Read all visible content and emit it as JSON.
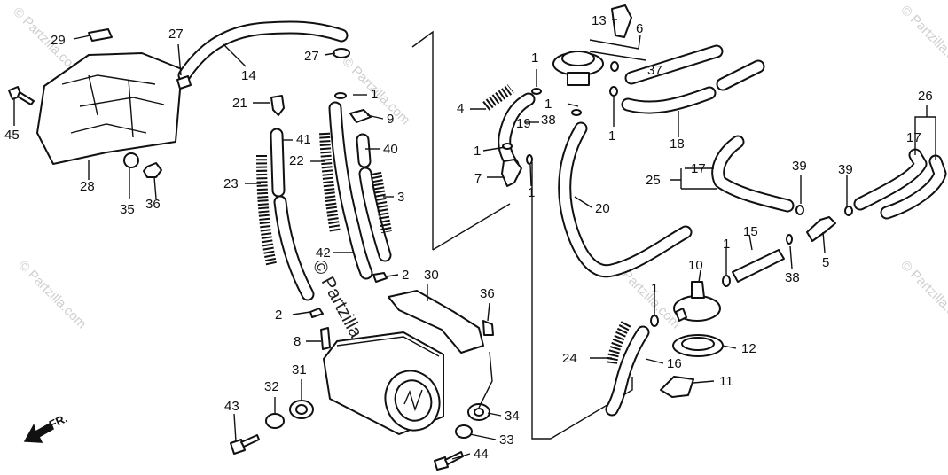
{
  "watermarks": {
    "brand": "© Partzilla",
    "site": "© Partzilla.com"
  },
  "direction_arrow": {
    "label": "FR."
  },
  "callouts": [
    "1",
    "1",
    "1",
    "1",
    "1",
    "1",
    "1",
    "1",
    "2",
    "2",
    "2",
    "3",
    "4",
    "5",
    "6",
    "7",
    "8",
    "9",
    "10",
    "11",
    "12",
    "13",
    "14",
    "15",
    "16",
    "17",
    "17",
    "18",
    "19",
    "20",
    "21",
    "22",
    "23",
    "24",
    "25",
    "26",
    "27",
    "27",
    "28",
    "29",
    "30",
    "31",
    "32",
    "33",
    "34",
    "35",
    "36",
    "36",
    "37",
    "38",
    "38",
    "39",
    "39",
    "40",
    "41",
    "42",
    "43",
    "44",
    "45"
  ],
  "icons": {
    "arrow": "arrow-left-down-icon"
  }
}
